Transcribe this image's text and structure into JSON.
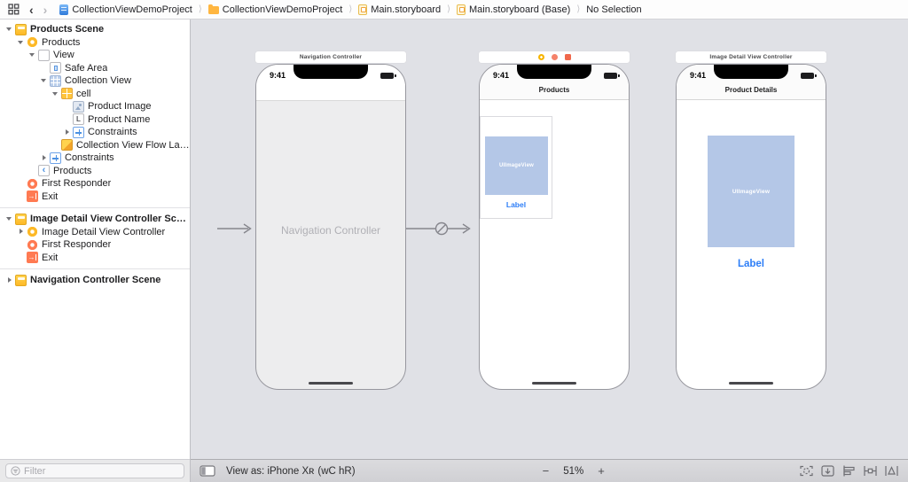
{
  "jumpbar": {
    "back_label": "‹",
    "forward_label": "›",
    "separator": "⟩",
    "breadcrumbs": [
      {
        "label": "CollectionViewDemoProject",
        "icon": "project-file-icon"
      },
      {
        "label": "CollectionViewDemoProject",
        "icon": "folder-icon"
      },
      {
        "label": "Main.storyboard",
        "icon": "storyboard-file-icon"
      },
      {
        "label": "Main.storyboard (Base)",
        "icon": "storyboard-file-icon"
      },
      {
        "label": "No Selection",
        "icon": null
      }
    ]
  },
  "outline": {
    "rows": [
      {
        "label": "Products Scene",
        "level": 0,
        "disclosure": "open",
        "icon": "scene",
        "bold": true
      },
      {
        "label": "Products",
        "level": 1,
        "disclosure": "open",
        "icon": "viewcontroller"
      },
      {
        "label": "View",
        "level": 2,
        "disclosure": "open",
        "icon": "view"
      },
      {
        "label": "Safe Area",
        "level": 3,
        "disclosure": "none",
        "icon": "safearea"
      },
      {
        "label": "Collection View",
        "level": 3,
        "disclosure": "open",
        "icon": "collectionview"
      },
      {
        "label": "cell",
        "level": 4,
        "disclosure": "open",
        "icon": "cell"
      },
      {
        "label": "Product Image",
        "level": 5,
        "disclosure": "none",
        "icon": "imageview"
      },
      {
        "label": "Product Name",
        "level": 5,
        "disclosure": "none",
        "icon": "label"
      },
      {
        "label": "Constraints",
        "level": 5,
        "disclosure": "closed",
        "icon": "constraints"
      },
      {
        "label": "Collection View Flow Lay…",
        "level": 4,
        "disclosure": "none",
        "icon": "flowlayout"
      },
      {
        "label": "Constraints",
        "level": 3,
        "disclosure": "closed",
        "icon": "constraints"
      },
      {
        "label": "Products",
        "level": 2,
        "disclosure": "none",
        "icon": "navitem"
      },
      {
        "label": "First Responder",
        "level": 1,
        "disclosure": "none",
        "icon": "firstresponder"
      },
      {
        "label": "Exit",
        "level": 1,
        "disclosure": "none",
        "icon": "exit",
        "separator_after": true
      },
      {
        "label": "Image Detail View Controller Scene",
        "level": 0,
        "disclosure": "open",
        "icon": "scene",
        "bold": true
      },
      {
        "label": "Image Detail View Controller",
        "level": 1,
        "disclosure": "closed",
        "icon": "viewcontroller"
      },
      {
        "label": "First Responder",
        "level": 1,
        "disclosure": "none",
        "icon": "firstresponder"
      },
      {
        "label": "Exit",
        "level": 1,
        "disclosure": "none",
        "icon": "exit",
        "separator_after": true
      },
      {
        "label": "Navigation Controller Scene",
        "level": 0,
        "disclosure": "closed",
        "icon": "scene",
        "bold": true
      }
    ]
  },
  "canvas": {
    "scenes": [
      {
        "dock_title": "Navigation Controller",
        "time": "9:41",
        "placeholder_text": "Navigation Controller"
      },
      {
        "dock_icons": [
          "viewcontroller",
          "first-responder",
          "exit"
        ],
        "time": "9:41",
        "nav_title": "Products",
        "cell": {
          "image_label": "UIImageView",
          "name_label": "Label"
        }
      },
      {
        "dock_title": "Image Detail View Controller",
        "time": "9:41",
        "nav_title": "Product Details",
        "image_label": "UIImageView",
        "name_label": "Label"
      }
    ]
  },
  "bottombar": {
    "view_as_label": "View as: iPhone Xʀ",
    "traits_label": "(wC hR)",
    "zoom_out_label": "−",
    "zoom_level": "51%",
    "zoom_in_label": "+",
    "right_icons": [
      "update-frames-icon",
      "embed-in-icon",
      "align-icon",
      "add-constraints-icon",
      "resolve-autolayout-icon"
    ]
  },
  "filter": {
    "placeholder": "Filter"
  },
  "colors": {
    "accent_blue": "#2d7ef7",
    "imageview_fill": "#b4c7e7",
    "scene_icon_yellow": "#fdb927",
    "canvas_background": "#e0e1e6",
    "segue_arrow_gray": "#85858c"
  }
}
